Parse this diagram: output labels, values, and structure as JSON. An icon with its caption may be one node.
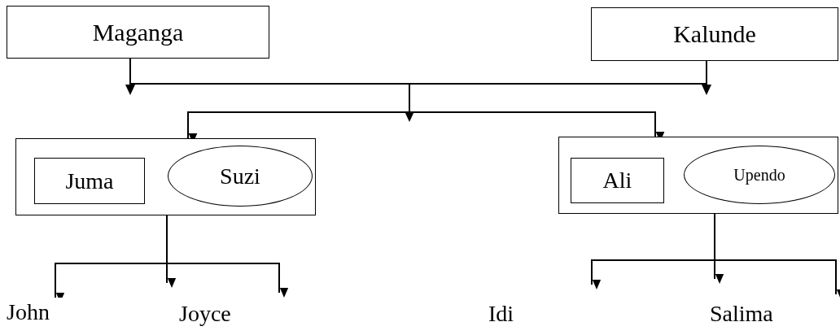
{
  "diagram": {
    "nodes": [
      {
        "text": [
          "Maganga"
        ]
      },
      {
        "text": [
          "Kalunde"
        ]
      },
      {
        "text": [],
        "shape": "box"
      },
      {
        "text": [
          "Juma"
        ],
        "in": 2
      },
      {
        "text": [
          "Suzi"
        ],
        "in": 2
      },
      {
        "text": [],
        "shape": "box"
      },
      {
        "text": [
          "Ali"
        ],
        "in": 5
      },
      {
        "text": [
          "Upendo"
        ],
        "in": 5
      },
      {
        "text": [
          "John"
        ]
      }
    ],
    "edges": [
      {
        "from": 0,
        "to": 2,
        "arrow": "to"
      },
      {
        "from": 0,
        "to": 5,
        "arrow": "to"
      },
      {
        "from": 1,
        "to": 2,
        "arrow": "to"
      },
      {
        "from": 1,
        "to": 5,
        "arrow": "to"
      },
      {
        "from": 2,
        "to": 8,
        "arrow": "to"
      },
      {
        "from": 2,
        "to": null,
        "arrow": "to"
      },
      {
        "from": 2,
        "to": null,
        "arrow": "to"
      },
      {
        "from": 5,
        "to": null,
        "arrow": "to"
      },
      {
        "from": 5,
        "to": null,
        "arrow": "to"
      },
      {
        "from": 5,
        "to": null,
        "arrow": "to"
      }
    ],
    "labels": [
      "Joyce",
      "Idi",
      "Salima"
    ]
  }
}
